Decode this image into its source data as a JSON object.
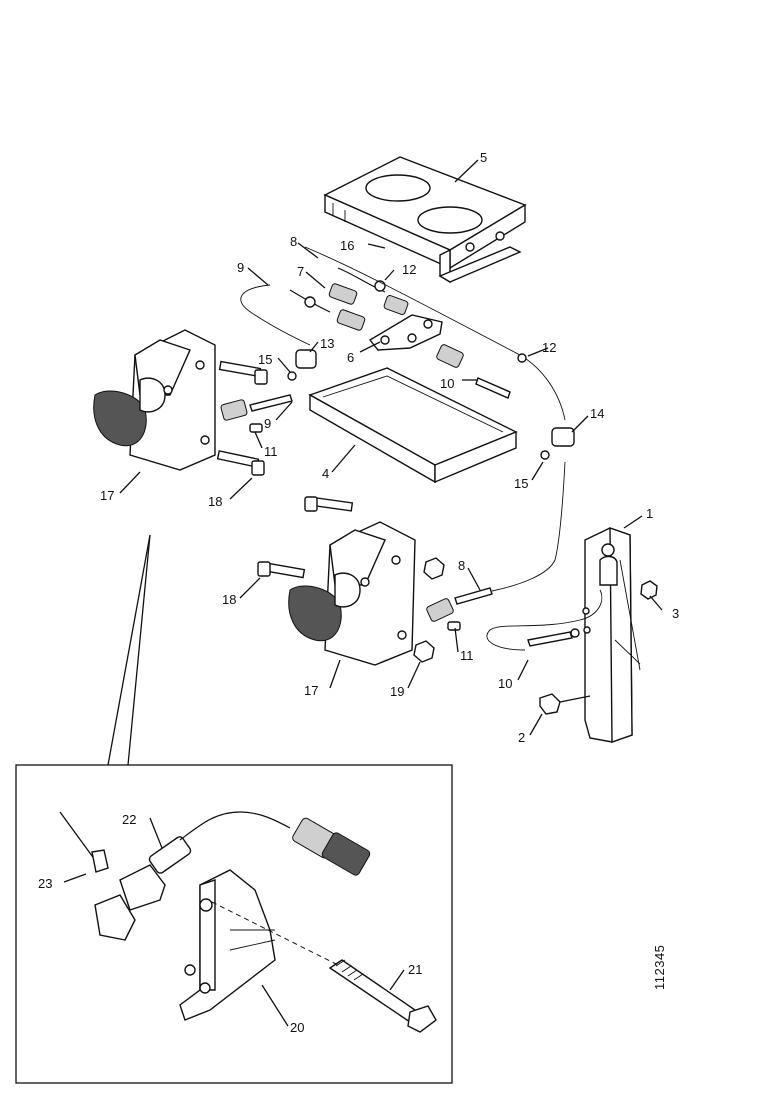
{
  "diagram": {
    "reference_number": "112345",
    "callouts": [
      {
        "id": "c1",
        "text": "1"
      },
      {
        "id": "c2",
        "text": "2"
      },
      {
        "id": "c3",
        "text": "3"
      },
      {
        "id": "c4",
        "text": "4"
      },
      {
        "id": "c5",
        "text": "5"
      },
      {
        "id": "c6",
        "text": "6"
      },
      {
        "id": "c7",
        "text": "7"
      },
      {
        "id": "c8a",
        "text": "8"
      },
      {
        "id": "c8b",
        "text": "8"
      },
      {
        "id": "c9a",
        "text": "9"
      },
      {
        "id": "c9b",
        "text": "9"
      },
      {
        "id": "c10a",
        "text": "10"
      },
      {
        "id": "c10b",
        "text": "10"
      },
      {
        "id": "c11a",
        "text": "11"
      },
      {
        "id": "c11b",
        "text": "11"
      },
      {
        "id": "c12a",
        "text": "12"
      },
      {
        "id": "c12b",
        "text": "12"
      },
      {
        "id": "c13",
        "text": "13"
      },
      {
        "id": "c14",
        "text": "14"
      },
      {
        "id": "c15a",
        "text": "15"
      },
      {
        "id": "c15b",
        "text": "15"
      },
      {
        "id": "c16",
        "text": "16"
      },
      {
        "id": "c17a",
        "text": "17"
      },
      {
        "id": "c17b",
        "text": "17"
      },
      {
        "id": "c18a",
        "text": "18"
      },
      {
        "id": "c18b",
        "text": "18"
      },
      {
        "id": "c19",
        "text": "19"
      },
      {
        "id": "c20",
        "text": "20"
      },
      {
        "id": "c21",
        "text": "21"
      },
      {
        "id": "c22",
        "text": "22"
      },
      {
        "id": "c23",
        "text": "23"
      }
    ]
  }
}
